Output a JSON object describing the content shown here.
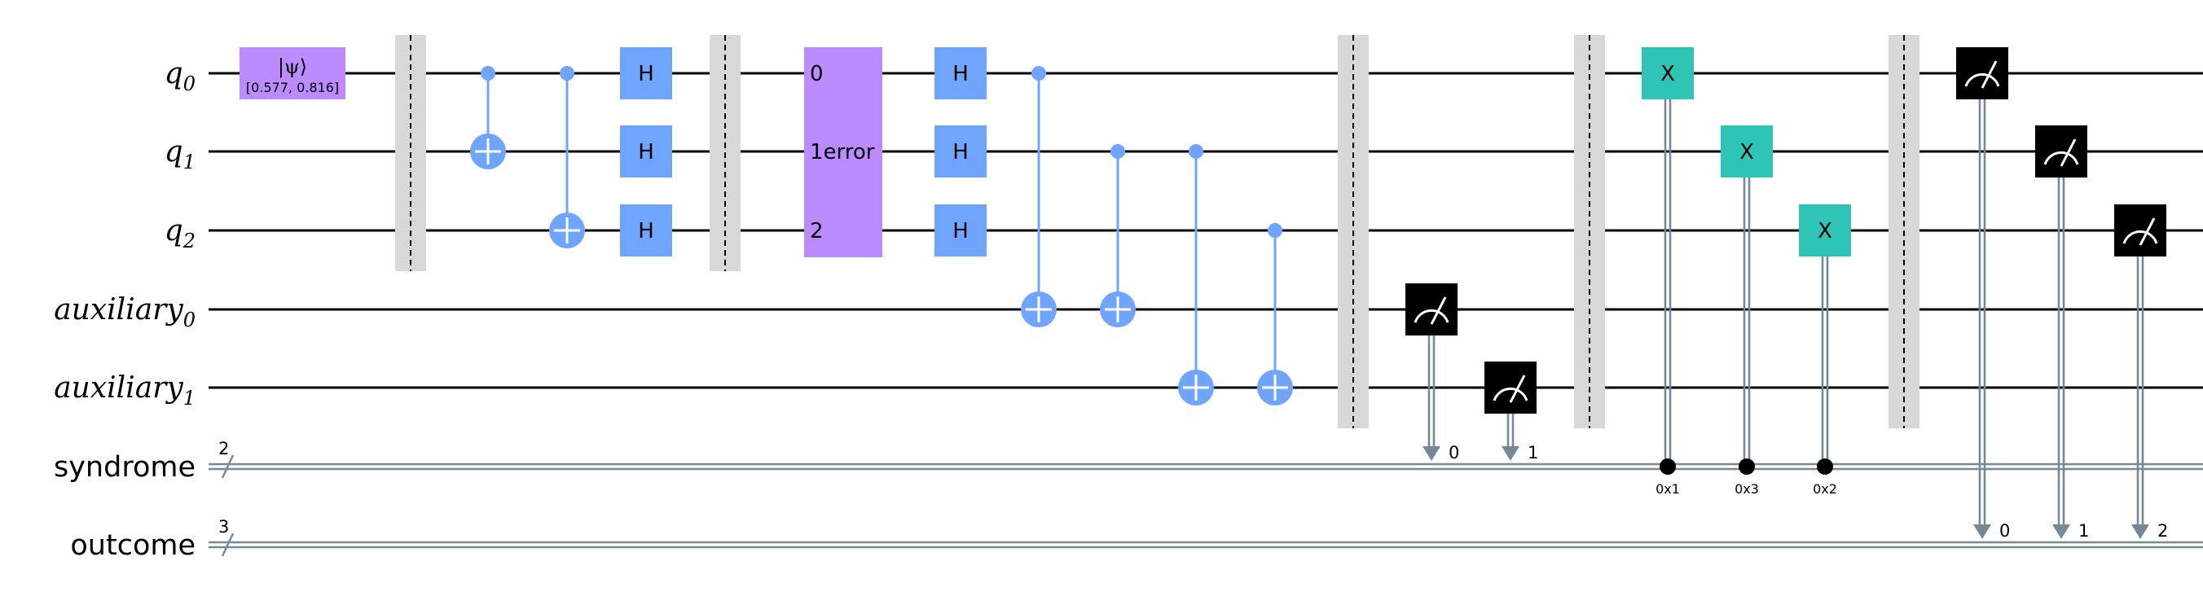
{
  "colors": {
    "h_gate": "#6fa4ff",
    "x_gate": "#2ec4b6",
    "custom_gate": "#bb8bff",
    "control": "#6fa4ff",
    "measure": "#000000",
    "barrier": "#d8d8d8",
    "classical": "#778899"
  },
  "registers": {
    "quantum": [
      {
        "name": "q",
        "index": "0"
      },
      {
        "name": "q",
        "index": "1"
      },
      {
        "name": "q",
        "index": "2"
      },
      {
        "name": "auxiliary",
        "index": "0"
      },
      {
        "name": "auxiliary",
        "index": "1"
      }
    ],
    "classical": [
      {
        "name": "syndrome",
        "size": "2"
      },
      {
        "name": "outcome",
        "size": "3"
      }
    ]
  },
  "init_gate": {
    "top": "|ψ⟩",
    "bottom": "[0.577, 0.816]"
  },
  "h_label": "H",
  "x_label": "X",
  "error_gate": {
    "labels": [
      "0",
      "1",
      "2"
    ],
    "name": "error"
  },
  "syndrome_bits": [
    "0",
    "1"
  ],
  "outcome_bits": [
    "0",
    "1",
    "2"
  ],
  "conditions": [
    "0x1",
    "0x3",
    "0x2"
  ],
  "icons": [
    "measure-icon",
    "control-dot-icon",
    "target-plus-icon",
    "barrier-icon"
  ]
}
